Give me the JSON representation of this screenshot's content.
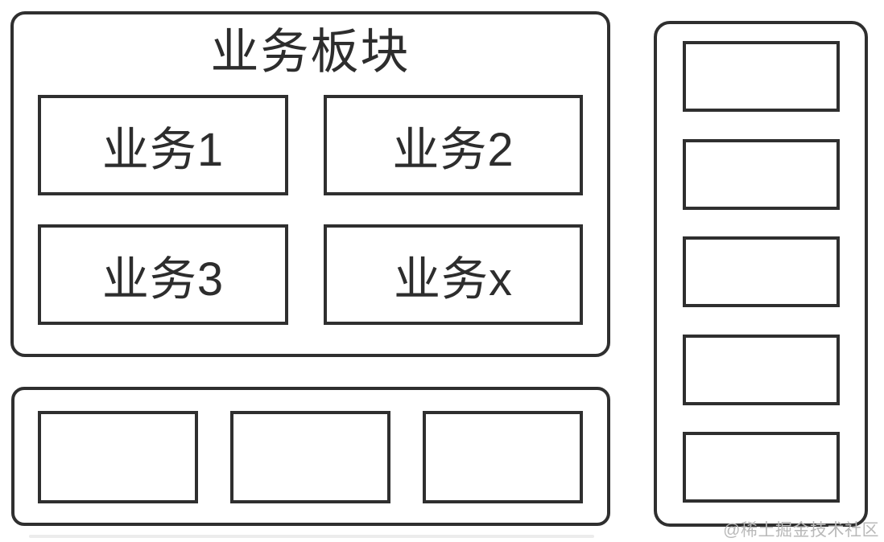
{
  "canvas": {
    "background": "#ffffff",
    "stroke_color": "#2f2f2f",
    "text_color": "#2d2d2d"
  },
  "business_panel": {
    "title": "业务板块",
    "boxes": [
      {
        "label": "业务1"
      },
      {
        "label": "业务2"
      },
      {
        "label": "业务3"
      },
      {
        "label": "业务x"
      }
    ]
  },
  "bottom_panel": {
    "box_count": 3
  },
  "right_panel": {
    "box_count": 5
  },
  "watermark": {
    "text": "@稀土掘金技术社区",
    "color": "#b9b9b9"
  }
}
